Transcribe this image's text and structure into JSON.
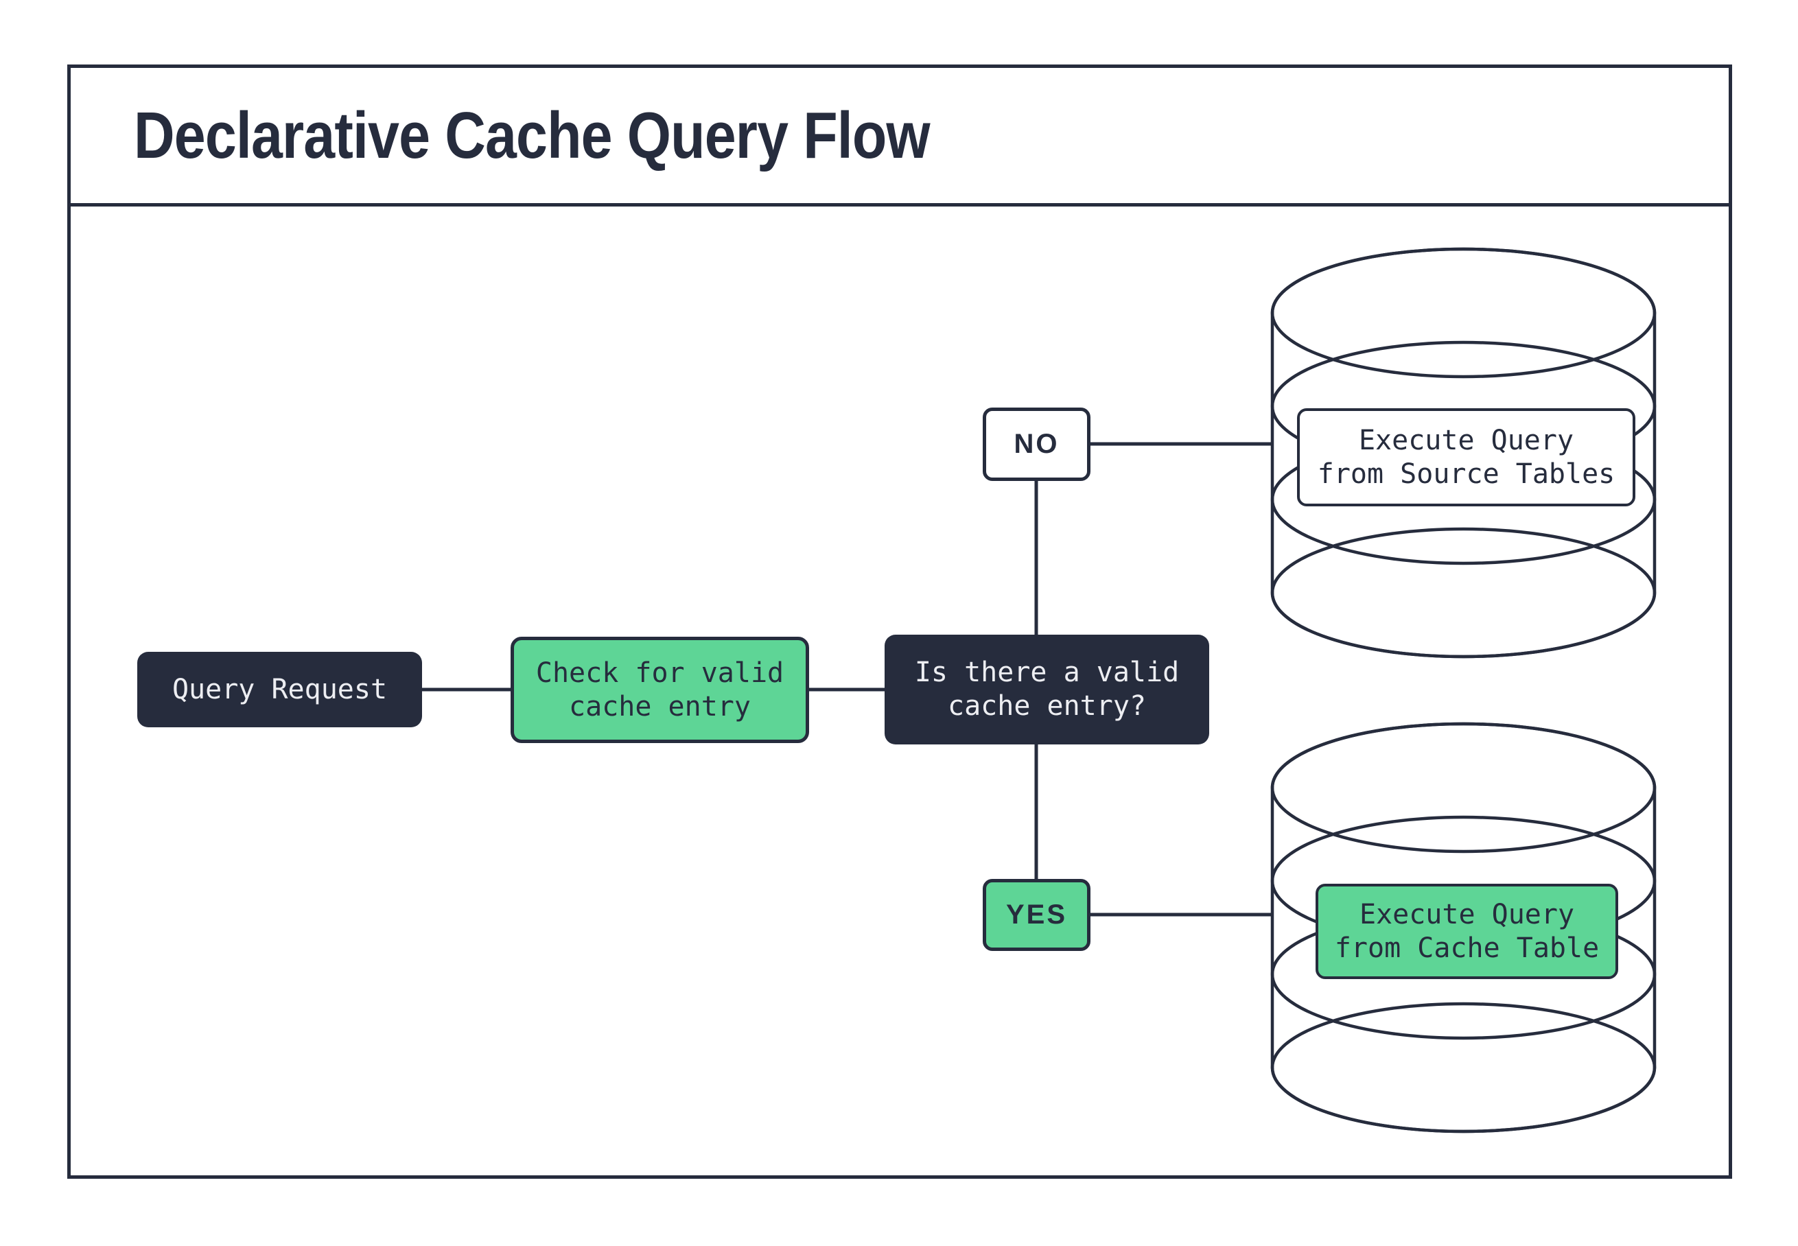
{
  "title": "Declarative Cache Query Flow",
  "colors": {
    "dark": "#262c3d",
    "green": "#5ed596",
    "light_text": "#edeef2"
  },
  "nodes": {
    "query_request": {
      "label": "Query Request"
    },
    "check_cache": {
      "label": "Check for valid\ncache entry"
    },
    "decision": {
      "label": "Is there a valid\ncache entry?"
    },
    "branch_no": {
      "label": "NO"
    },
    "branch_yes": {
      "label": "YES"
    },
    "execute_source": {
      "label": "Execute Query\nfrom Source Tables"
    },
    "execute_cache": {
      "label": "Execute Query\nfrom Cache Table"
    }
  }
}
